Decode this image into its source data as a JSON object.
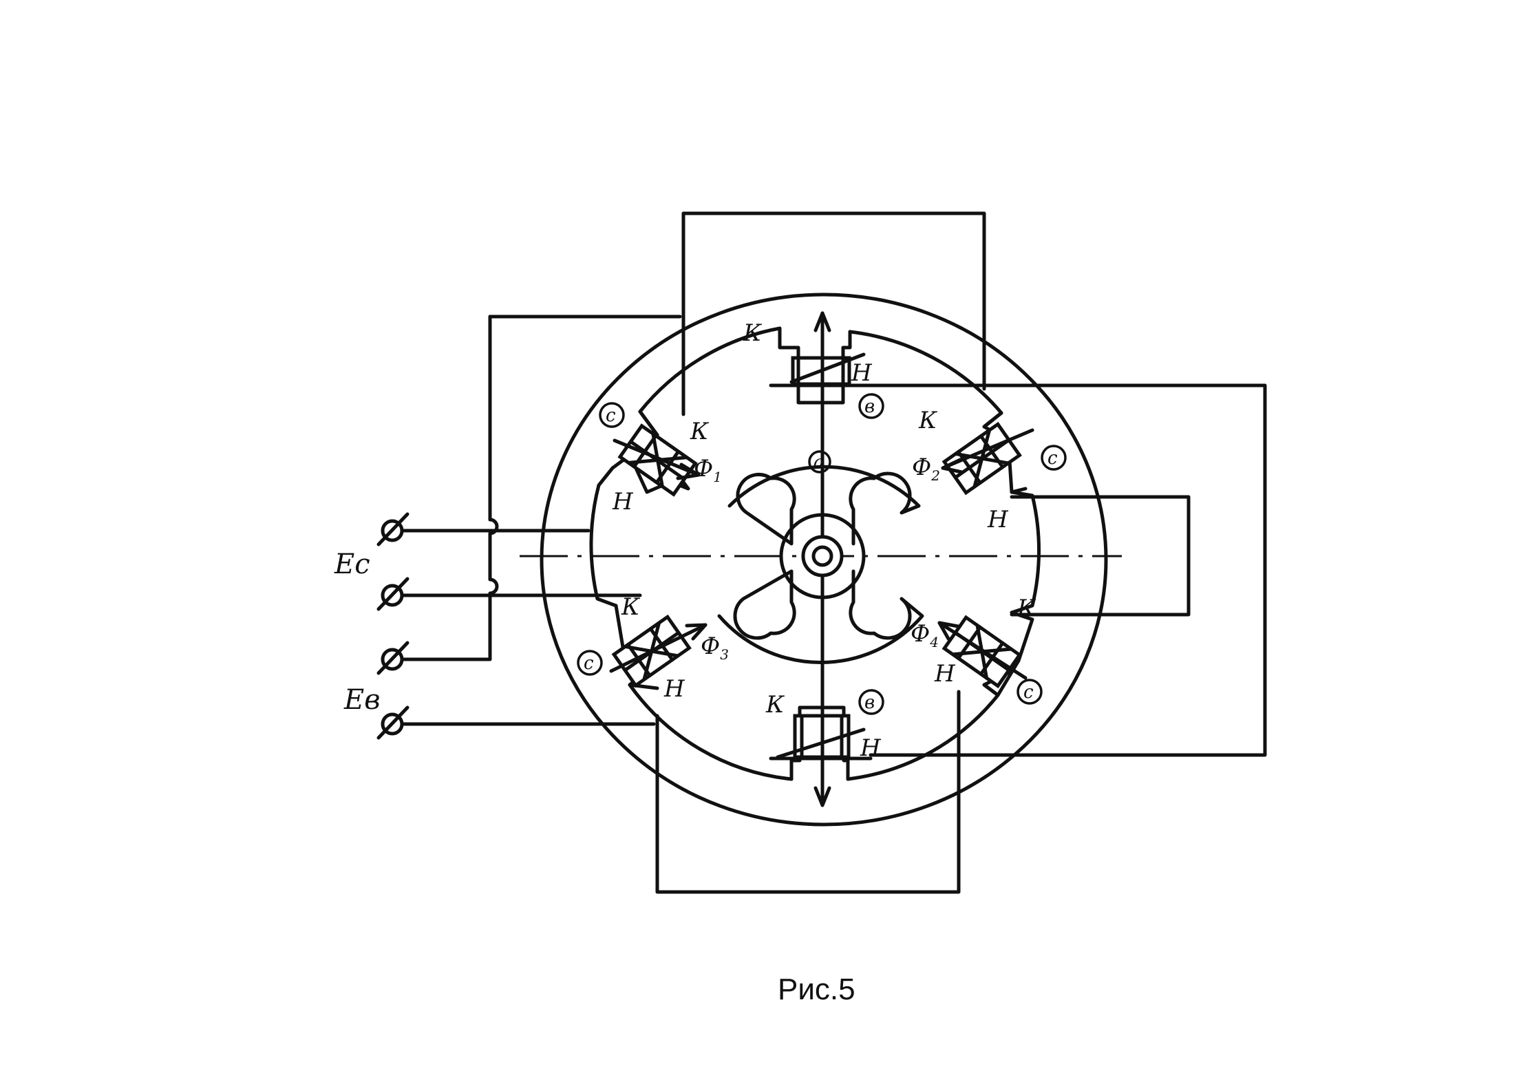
{
  "diagram": {
    "caption": "Рис.5",
    "terminals": {
      "ec_label": "Ec",
      "eb_label": "Eв"
    },
    "rotor_label": "a",
    "pole_labels": {
      "top": "в",
      "bottom": "в",
      "upper_left": "c",
      "upper_right": "c",
      "lower_left": "c",
      "lower_right": "c"
    },
    "coil_ends": {
      "start": "К",
      "end": "Н"
    },
    "flux_labels": [
      "Ф1",
      "Ф2",
      "Ф3",
      "Ф4"
    ],
    "flux_letter": "Ф",
    "flux_subscripts": [
      "1",
      "2",
      "3",
      "4"
    ]
  }
}
